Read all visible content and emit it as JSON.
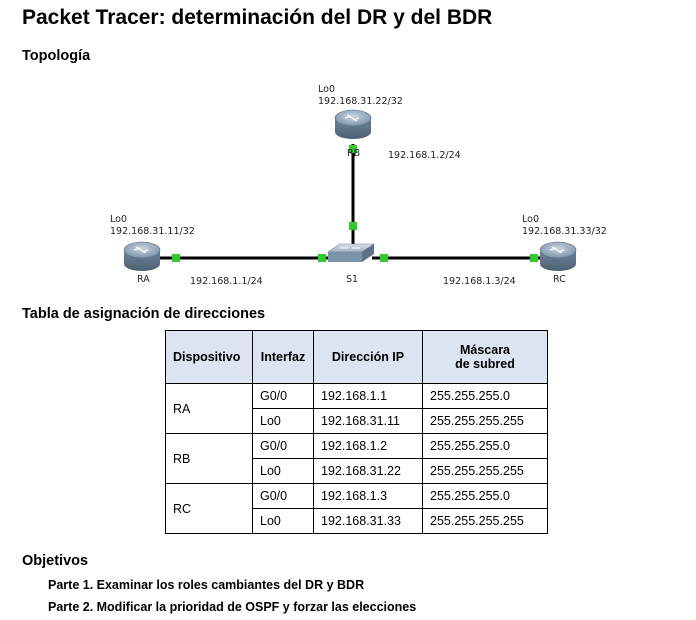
{
  "title": "Packet Tracer: determinación del DR y del BDR",
  "topology": {
    "heading": "Topología",
    "devices": [
      {
        "name": "RA",
        "loopback_label": "Lo0",
        "loopback_ip": "192.168.31.11/32",
        "link_ip": "192.168.1.1/24"
      },
      {
        "name": "RB",
        "loopback_label": "Lo0",
        "loopback_ip": "192.168.31.22/32",
        "link_ip": "192.168.1.2/24"
      },
      {
        "name": "RC",
        "loopback_label": "Lo0",
        "loopback_ip": "192.168.31.33/32",
        "link_ip": "192.168.1.3/24"
      }
    ],
    "switch_name": "S1",
    "link_color": "#2ecc2e"
  },
  "address_table": {
    "heading": "Tabla de asignación de direcciones",
    "columns": [
      "Dispositivo",
      "Interfaz",
      "Dirección IP",
      "Máscara",
      "de subred"
    ],
    "rows": [
      {
        "device": "RA",
        "entries": [
          {
            "interface": "G0/0",
            "ip": "192.168.1.1",
            "mask": "255.255.255.0"
          },
          {
            "interface": "Lo0",
            "ip": "192.168.31.11",
            "mask": "255.255.255.255"
          }
        ]
      },
      {
        "device": "RB",
        "entries": [
          {
            "interface": "G0/0",
            "ip": "192.168.1.2",
            "mask": "255.255.255.0"
          },
          {
            "interface": "Lo0",
            "ip": "192.168.31.22",
            "mask": "255.255.255.255"
          }
        ]
      },
      {
        "device": "RC",
        "entries": [
          {
            "interface": "G0/0",
            "ip": "192.168.1.3",
            "mask": "255.255.255.0"
          },
          {
            "interface": "Lo0",
            "ip": "192.168.31.33",
            "mask": "255.255.255.255"
          }
        ]
      }
    ],
    "header_color": "#dbe4f0"
  },
  "objectives": {
    "heading": "Objetivos",
    "items": [
      "Parte 1. Examinar los roles cambiantes del DR y BDR",
      "Parte 2. Modificar la prioridad de OSPF y forzar las elecciones"
    ]
  }
}
